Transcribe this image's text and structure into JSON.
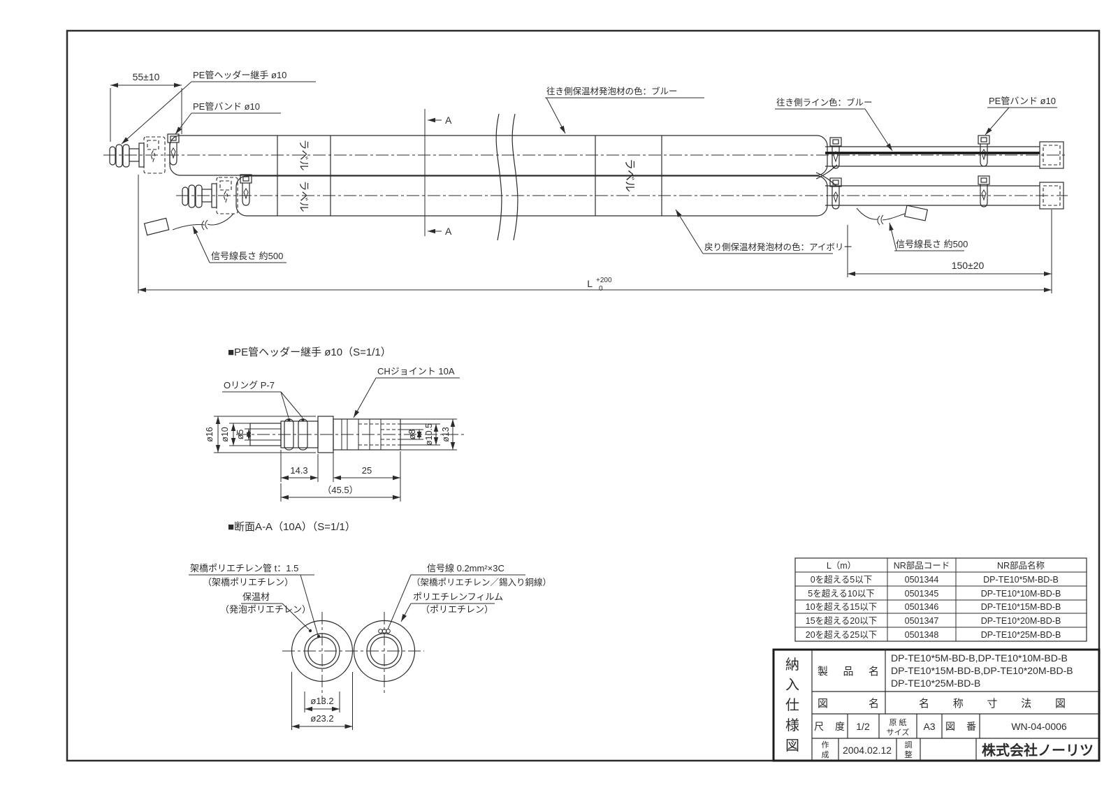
{
  "colors": {
    "background": "#ffffff",
    "line": "#2b2b2b"
  },
  "main_view": {
    "dim_55": "55±10",
    "pe_header_joint_label": "PE管ヘッダー継手 ø10",
    "pe_band_left_label": "PE管バンド ø10",
    "outgoing_foam_color_label": "往き側保温材発泡材の色：ブルー",
    "outgoing_line_color_label": "往き側ライン色：ブルー",
    "pe_band_right_label": "PE管バンド ø10",
    "signal_length_left_label": "信号線長さ 約500",
    "return_foam_color_label": "戻り側保温材発泡材の色：アイボリー",
    "signal_length_right_label": "信号線長さ 約500",
    "dim_150": "150±20",
    "dim_L": "L",
    "dim_L_tol_upper": "+200",
    "dim_L_tol_lower": "0",
    "section_marker": "A",
    "pipe_label": "ラベル"
  },
  "joint_detail": {
    "title": "■PE管ヘッダー継手 ø10（S=1/1）",
    "oring_label": "Oリング P-7",
    "ch_joint_label": "CHジョイント 10A",
    "dia16": "ø16",
    "dia10": "ø10",
    "dia5": "ø5",
    "dia8": "ø8",
    "dia10_5": "ø10.5",
    "dia13": "ø13",
    "dim_14_3": "14.3",
    "dim_25": "25",
    "dim_45_5": "（45.5）"
  },
  "section_view": {
    "title": "■断面A-A（10A）（S=1/1）",
    "xlpe_pipe_label": "架橋ポリエチレン管 t：1.5",
    "xlpe_pipe_sub": "（架橋ポリエチレン）",
    "insulation_label": "保温材",
    "insulation_sub": "（発泡ポリエチレン）",
    "signal_wire_label": "信号線 0.2mm²×3C",
    "signal_wire_sub": "（架橋ポリエチレン／錫入り銅線）",
    "pe_film_label": "ポリエチレンフィルム",
    "pe_film_sub": "（ポリエチレン）",
    "dia_13_2": "ø13.2",
    "dia_23_2": "ø23.2"
  },
  "parts_table": {
    "headers": [
      "L（m）",
      "NR部品コード",
      "NR部品名称"
    ],
    "rows": [
      {
        "range": "0を超える5以下",
        "code": "0501344",
        "name": "DP-TE10*5M-BD-B"
      },
      {
        "range": "5を超える10以下",
        "code": "0501345",
        "name": "DP-TE10*10M-BD-B"
      },
      {
        "range": "10を超える15以下",
        "code": "0501346",
        "name": "DP-TE10*15M-BD-B"
      },
      {
        "range": "15を超える20以下",
        "code": "0501347",
        "name": "DP-TE10*20M-BD-B"
      },
      {
        "range": "20を超える25以下",
        "code": "0501348",
        "name": "DP-TE10*25M-BD-B"
      }
    ]
  },
  "title_block": {
    "doc_type_chars": [
      "納",
      "入",
      "仕",
      "様",
      "図"
    ],
    "product_label": "製品名",
    "product_lines": [
      "DP-TE10*5M-BD-B,DP-TE10*10M-BD-B",
      "DP-TE10*15M-BD-B,DP-TE10*20M-BD-B",
      "DP-TE10*25M-BD-B"
    ],
    "drawing_name_label": "図名",
    "drawing_name": "名称寸法図",
    "scale_label": "尺度",
    "scale_value": "1/2",
    "paper_label_line1": "原 紙",
    "paper_label_line2": "サイズ",
    "paper_value": "A3",
    "number_label": "図番",
    "number_value": "WN-04-0006",
    "created_label_line1": "作",
    "created_label_line2": "成",
    "created_value": "2004.02.12",
    "adjust_label_line1": "調",
    "adjust_label_line2": "整",
    "company": "株式会社ノーリツ"
  }
}
